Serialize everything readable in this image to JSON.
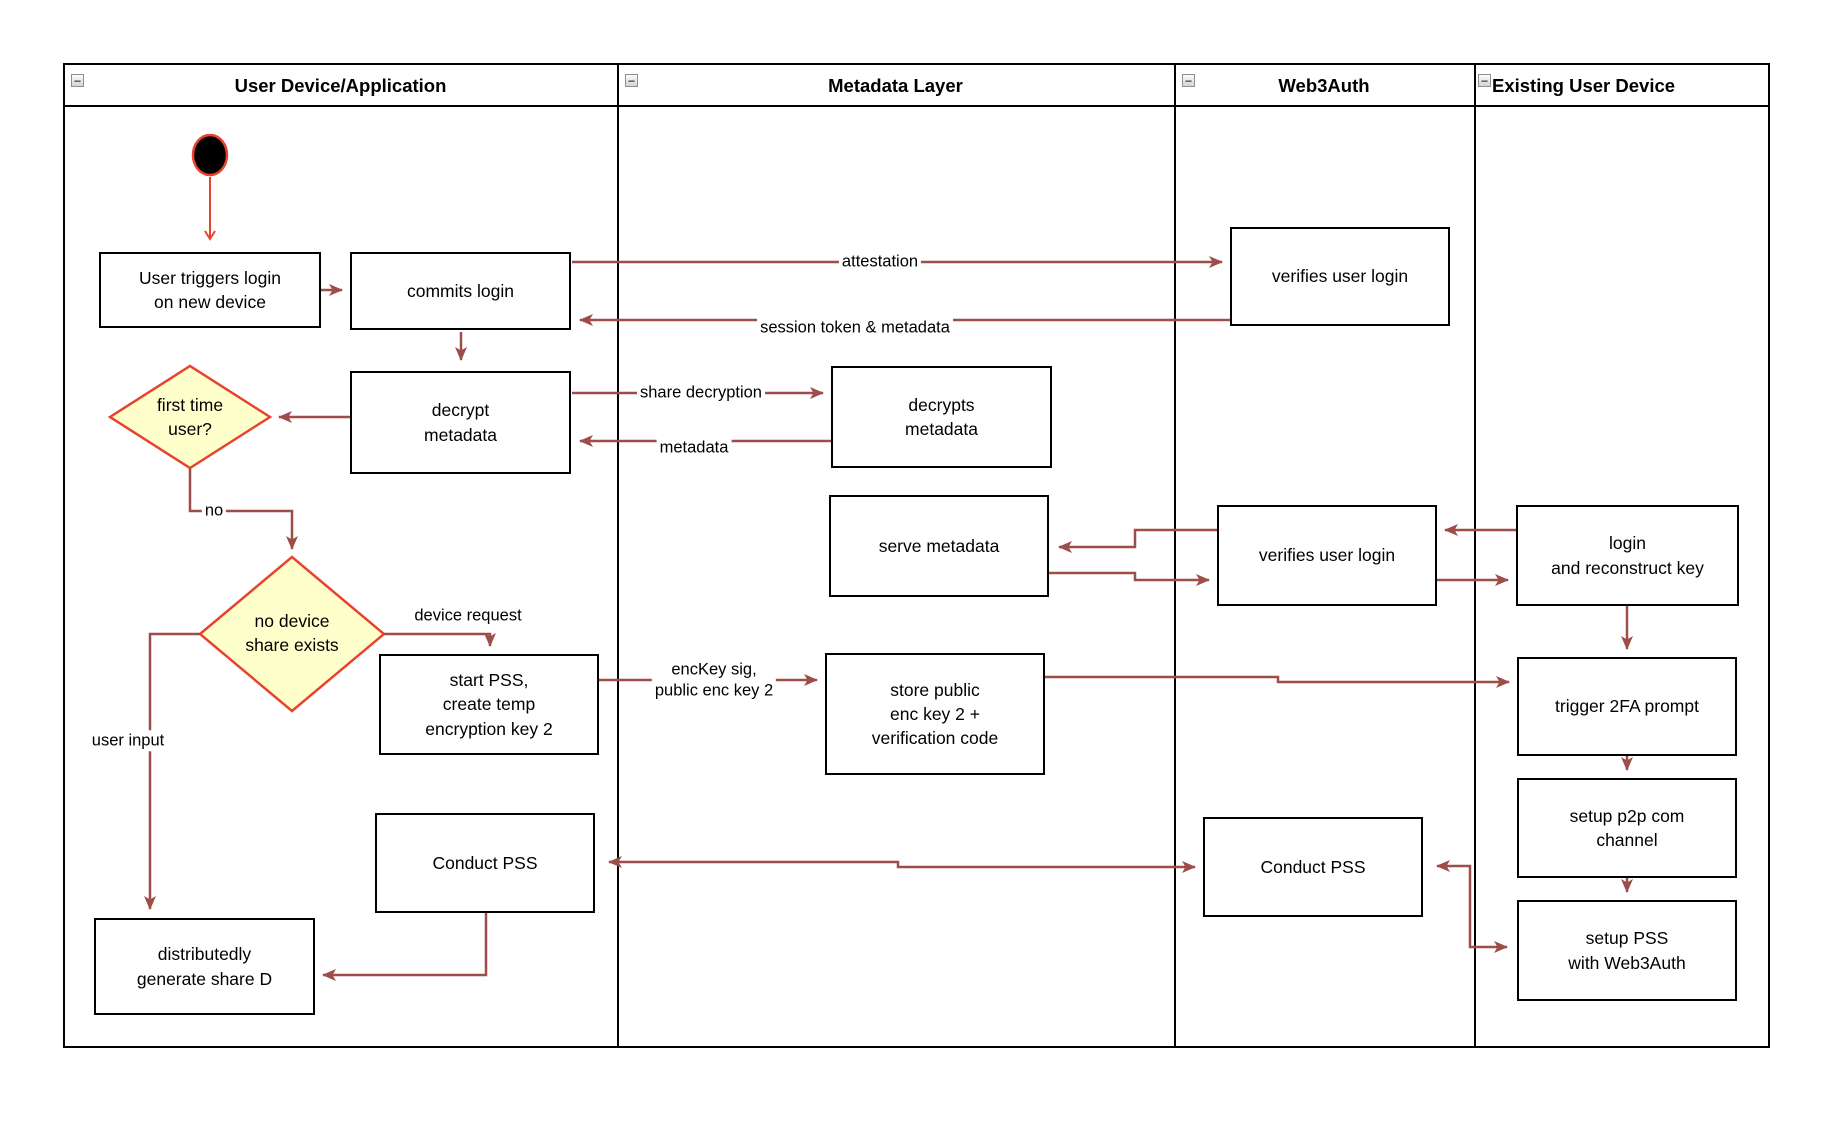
{
  "lanes": [
    {
      "label": "User Device/Application"
    },
    {
      "label": "Metadata Layer"
    },
    {
      "label": "Web3Auth"
    },
    {
      "label": "Existing User Device"
    }
  ],
  "icons": {
    "collapse_glyph": "−"
  },
  "nodes": {
    "user_triggers": "User triggers login\non new device",
    "commits_login": "commits login",
    "verifies_login_1": "verifies user login",
    "decrypt_metadata": "decrypt\nmetadata",
    "decrypts_metadata": "decrypts\nmetadata",
    "serve_metadata": "serve metadata",
    "verifies_login_2": "verifies user login",
    "login_reconstruct": "login\nand reconstruct key",
    "start_pss": "start PSS,\ncreate temp\nencryption key 2",
    "store_public": "store public\nenc key 2 +\nverification code",
    "trigger_2fa": "trigger 2FA prompt",
    "setup_p2p": "setup p2p com\nchannel",
    "setup_pss": "setup PSS\nwith Web3Auth",
    "conduct_pss_left": "Conduct PSS",
    "conduct_pss_right": "Conduct PSS",
    "distributedly": "distributedly\ngenerate share D"
  },
  "decisions": {
    "first_time": "first time\nuser?",
    "no_device": "no device\nshare exists"
  },
  "edge_labels": {
    "attestation": "attestation",
    "session_token": "session token & metadata",
    "share_decryption": "share decryption",
    "metadata": "metadata",
    "enc_key": "encKey sig,\npublic enc key 2",
    "device_request": "device request",
    "no": "no",
    "user_input": "user input"
  },
  "colors": {
    "connector_arrow": "#9D4E49",
    "flow_accent_red": "#E8432D",
    "decision_fill": "#FFFFCC",
    "node_border": "#000000",
    "node_fill": "#FFFFFF"
  }
}
